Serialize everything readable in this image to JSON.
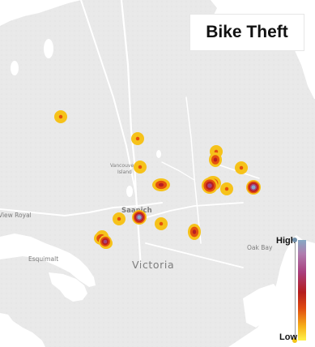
{
  "title": "Bike Theft",
  "legend": {
    "high_label": "High",
    "low_label": "Low"
  },
  "places": [
    {
      "id": "saanich",
      "name": "Saanich",
      "size": "medium"
    },
    {
      "id": "victoria",
      "name": "Victoria",
      "size": "large"
    },
    {
      "id": "oak-bay",
      "name": "Oak Bay",
      "size": "small"
    },
    {
      "id": "esquimalt",
      "name": "Esquimalt",
      "size": "small"
    },
    {
      "id": "view-royal",
      "name": "View Royal",
      "size": "small"
    },
    {
      "id": "vancouver-island-1",
      "name": "Vancouver",
      "size": "tiny"
    },
    {
      "id": "vancouver-island-2",
      "name": "Island",
      "size": "tiny"
    }
  ],
  "heat_colors": [
    "#f6c21a",
    "#e3510f",
    "#b81e22",
    "#a4467d",
    "#86a9c4"
  ],
  "hotspots": [
    {
      "id": "hs-01",
      "intensity": 1
    },
    {
      "id": "hs-02",
      "intensity": 1
    },
    {
      "id": "hs-03",
      "intensity": 1
    },
    {
      "id": "hs-04",
      "intensity": 1
    },
    {
      "id": "hs-05",
      "intensity": 2
    },
    {
      "id": "hs-06",
      "intensity": 2
    },
    {
      "id": "hs-07",
      "intensity": 1
    },
    {
      "id": "hs-08",
      "intensity": 2
    },
    {
      "id": "hs-09",
      "intensity": 1
    },
    {
      "id": "hs-10",
      "intensity": 3
    },
    {
      "id": "hs-11",
      "intensity": 1
    },
    {
      "id": "hs-12",
      "intensity": 4
    },
    {
      "id": "hs-13",
      "intensity": 1
    },
    {
      "id": "hs-14",
      "intensity": 2
    },
    {
      "id": "hs-15",
      "intensity": 1
    },
    {
      "id": "hs-16",
      "intensity": 4
    },
    {
      "id": "hs-17",
      "intensity": 1
    },
    {
      "id": "hs-18",
      "intensity": 2
    },
    {
      "id": "hs-19",
      "intensity": 3
    }
  ]
}
